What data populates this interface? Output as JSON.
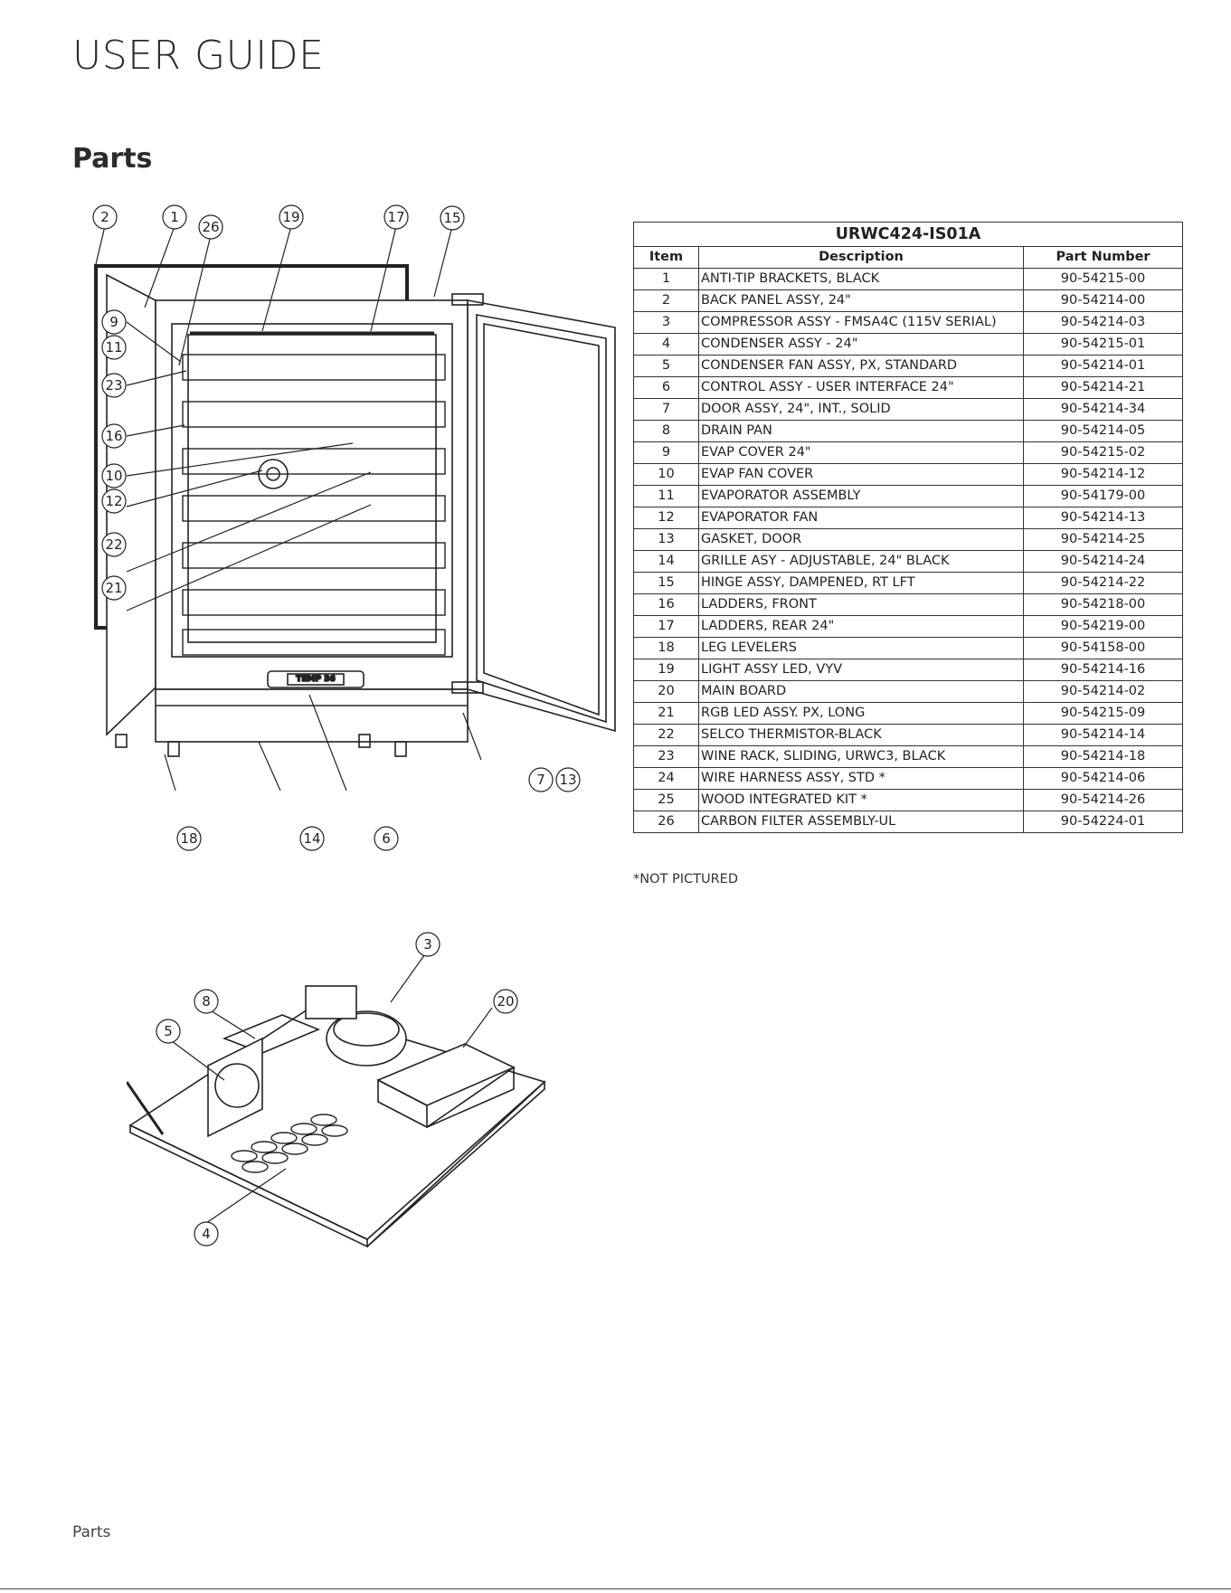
{
  "header": {
    "title": "USER GUIDE"
  },
  "section": {
    "title": "Parts"
  },
  "table": {
    "model": "URWC424-IS01A",
    "columns": [
      "Item",
      "Description",
      "Part Number"
    ],
    "rows": [
      {
        "item": "1",
        "description": "ANTI-TIP BRACKETS, BLACK",
        "part_number": "90-54215-00"
      },
      {
        "item": "2",
        "description": "BACK PANEL ASSY, 24\"",
        "part_number": "90-54214-00"
      },
      {
        "item": "3",
        "description": "COMPRESSOR ASSY - FMSA4C (115V SERIAL)",
        "part_number": "90-54214-03"
      },
      {
        "item": "4",
        "description": "CONDENSER ASSY - 24\"",
        "part_number": "90-54215-01"
      },
      {
        "item": "5",
        "description": "CONDENSER FAN ASSY, PX, STANDARD",
        "part_number": "90-54214-01"
      },
      {
        "item": "6",
        "description": "CONTROL ASSY - USER INTERFACE 24\"",
        "part_number": "90-54214-21"
      },
      {
        "item": "7",
        "description": "DOOR ASSY, 24\", INT., SOLID",
        "part_number": "90-54214-34"
      },
      {
        "item": "8",
        "description": "DRAIN PAN",
        "part_number": "90-54214-05"
      },
      {
        "item": "9",
        "description": "EVAP COVER 24\"",
        "part_number": "90-54215-02"
      },
      {
        "item": "10",
        "description": "EVAP FAN COVER",
        "part_number": "90-54214-12"
      },
      {
        "item": "11",
        "description": "EVAPORATOR ASSEMBLY",
        "part_number": "90-54179-00"
      },
      {
        "item": "12",
        "description": "EVAPORATOR FAN",
        "part_number": "90-54214-13"
      },
      {
        "item": "13",
        "description": "GASKET, DOOR",
        "part_number": "90-54214-25"
      },
      {
        "item": "14",
        "description": "GRILLE ASY - ADJUSTABLE, 24\" BLACK",
        "part_number": "90-54214-24"
      },
      {
        "item": "15",
        "description": "HINGE ASSY, DAMPENED, RT LFT",
        "part_number": "90-54214-22"
      },
      {
        "item": "16",
        "description": "LADDERS, FRONT",
        "part_number": "90-54218-00"
      },
      {
        "item": "17",
        "description": "LADDERS, REAR 24\"",
        "part_number": "90-54219-00"
      },
      {
        "item": "18",
        "description": "LEG LEVELERS",
        "part_number": "90-54158-00"
      },
      {
        "item": "19",
        "description": "LIGHT ASSY LED, VYV",
        "part_number": "90-54214-16"
      },
      {
        "item": "20",
        "description": "MAIN BOARD",
        "part_number": "90-54214-02"
      },
      {
        "item": "21",
        "description": "RGB LED ASSY. PX, LONG",
        "part_number": "90-54215-09"
      },
      {
        "item": "22",
        "description": "SELCO THERMISTOR-BLACK",
        "part_number": "90-54214-14"
      },
      {
        "item": "23",
        "description": "WINE RACK, SLIDING, URWC3, BLACK",
        "part_number": "90-54214-18"
      },
      {
        "item": "24",
        "description": "WIRE HARNESS ASSY, STD *",
        "part_number": "90-54214-06"
      },
      {
        "item": "25",
        "description": "WOOD INTEGRATED KIT *",
        "part_number": "90-54214-26"
      },
      {
        "item": "26",
        "description": "CARBON FILTER ASSEMBLY-UL",
        "part_number": "90-54224-01"
      }
    ]
  },
  "note": "*NOT PICTURED",
  "diagram_top": {
    "display_text": "TEMP 36",
    "callouts": [
      "2",
      "1",
      "26",
      "19",
      "17",
      "15",
      "9",
      "11",
      "23",
      "16",
      "10",
      "12",
      "22",
      "21",
      "7",
      "13",
      "18",
      "14",
      "6"
    ]
  },
  "diagram_bottom": {
    "callouts": [
      "3",
      "8",
      "20",
      "5",
      "4"
    ]
  },
  "footer": {
    "label": "Parts"
  }
}
